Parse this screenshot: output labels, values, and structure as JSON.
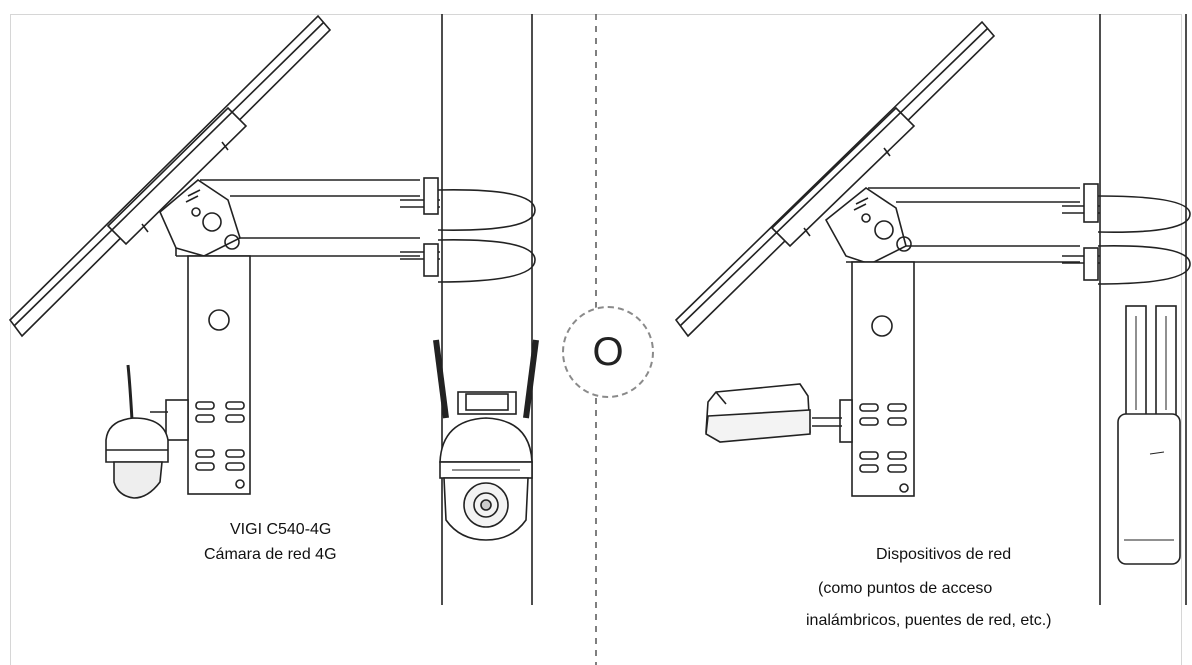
{
  "divider_letter": "O",
  "left_caption": {
    "line1": "VIGI C540-4G",
    "line2": "Cámara de red 4G"
  },
  "right_caption": {
    "line1": "Dispositivos de red",
    "line2": "(como puntos de acceso",
    "line3": "inalámbricos, puentes de red, etc.)"
  },
  "colors": {
    "line": "#222222",
    "light_line": "#9a9a9a",
    "divider": "#555555"
  }
}
